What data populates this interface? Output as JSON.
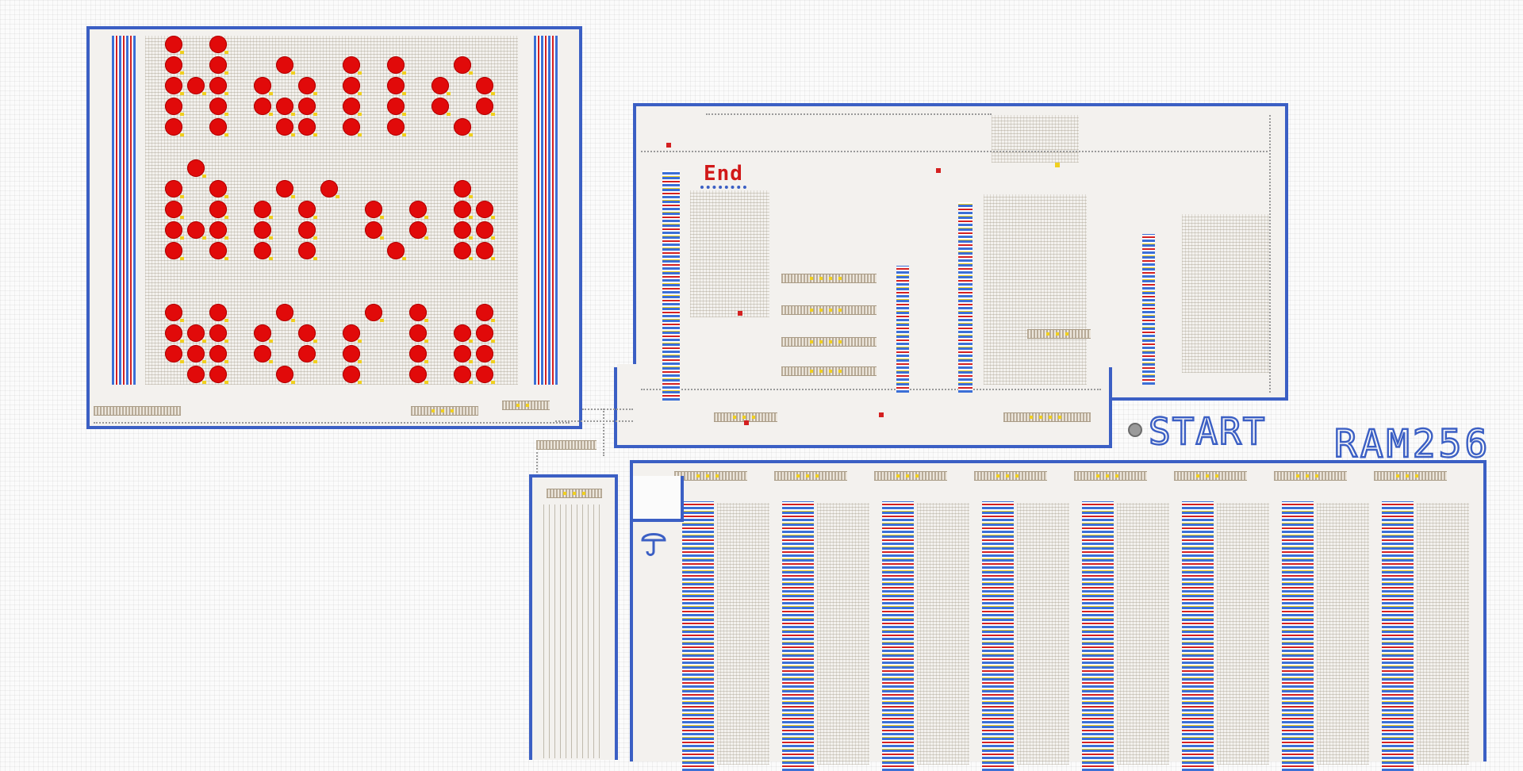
{
  "labels": {
    "end": "End",
    "start": "START",
    "ram": "RAM256"
  },
  "colors": {
    "frame": "#3b5fc4",
    "lamp_on": "#e10a0a",
    "signal_yellow": "#f0d020",
    "wire": "#3b6fd6"
  },
  "icons": {
    "start_button": "round-push-button",
    "tree": "tree-icon"
  },
  "display": {
    "lamps": [
      [
        1,
        0,
        1,
        0,
        0,
        0,
        0,
        0,
        0,
        0,
        0,
        0,
        0,
        0,
        0
      ],
      [
        1,
        0,
        1,
        0,
        0,
        1,
        0,
        0,
        1,
        0,
        1,
        0,
        0,
        1,
        0
      ],
      [
        1,
        1,
        1,
        0,
        1,
        0,
        1,
        0,
        1,
        0,
        1,
        0,
        1,
        0,
        1
      ],
      [
        1,
        0,
        1,
        0,
        1,
        1,
        1,
        0,
        1,
        0,
        1,
        0,
        1,
        0,
        1
      ],
      [
        1,
        0,
        1,
        0,
        0,
        1,
        1,
        0,
        1,
        0,
        1,
        0,
        0,
        1,
        0
      ],
      [
        0,
        0,
        0,
        0,
        0,
        0,
        0,
        0,
        0,
        0,
        0,
        0,
        0,
        0,
        0
      ],
      [
        0,
        1,
        0,
        0,
        0,
        0,
        0,
        0,
        0,
        0,
        0,
        0,
        0,
        0,
        0
      ],
      [
        1,
        0,
        1,
        0,
        0,
        1,
        0,
        1,
        0,
        0,
        0,
        0,
        0,
        1,
        0
      ],
      [
        1,
        0,
        1,
        0,
        1,
        0,
        1,
        0,
        0,
        1,
        0,
        1,
        0,
        1,
        1
      ],
      [
        1,
        1,
        1,
        0,
        1,
        0,
        1,
        0,
        0,
        1,
        0,
        1,
        0,
        1,
        1
      ],
      [
        1,
        0,
        1,
        0,
        1,
        0,
        1,
        0,
        0,
        0,
        1,
        0,
        0,
        1,
        1
      ],
      [
        0,
        0,
        0,
        0,
        0,
        0,
        0,
        0,
        0,
        0,
        0,
        0,
        0,
        0,
        0
      ],
      [
        0,
        0,
        0,
        0,
        0,
        0,
        0,
        0,
        0,
        0,
        0,
        0,
        0,
        0,
        0
      ],
      [
        1,
        0,
        1,
        0,
        0,
        1,
        0,
        0,
        0,
        1,
        0,
        1,
        0,
        0,
        1
      ],
      [
        1,
        1,
        1,
        0,
        1,
        0,
        1,
        0,
        1,
        0,
        0,
        1,
        0,
        1,
        1
      ],
      [
        1,
        1,
        1,
        0,
        1,
        0,
        1,
        0,
        1,
        0,
        0,
        1,
        0,
        1,
        1
      ],
      [
        0,
        1,
        1,
        0,
        0,
        1,
        0,
        0,
        1,
        0,
        0,
        1,
        0,
        1,
        1
      ]
    ]
  }
}
